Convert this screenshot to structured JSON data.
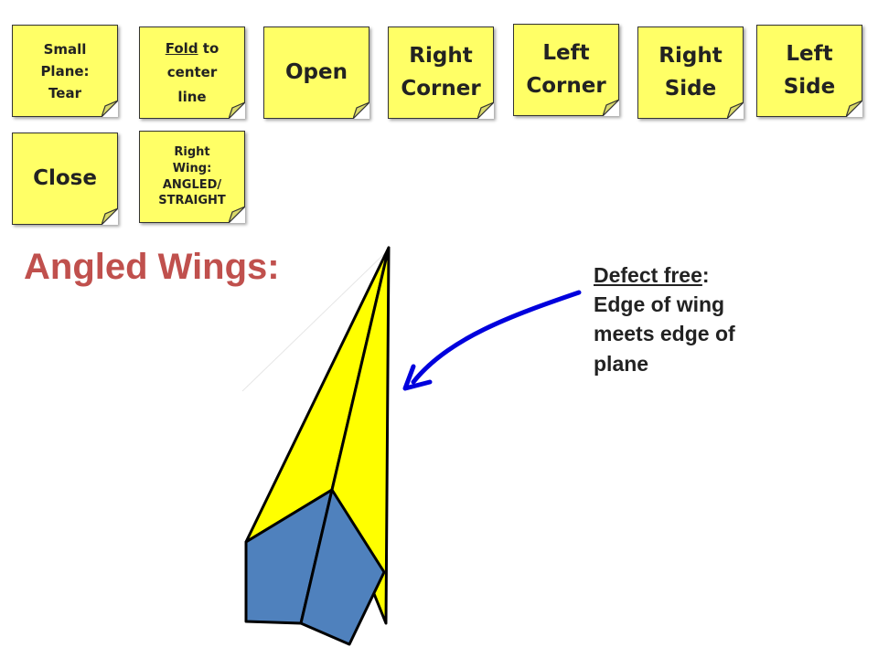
{
  "notes": {
    "small_plane": [
      "Small",
      "Plane:",
      "Tear"
    ],
    "fold": {
      "fold_word": "Fold",
      "rest": " to",
      "line2": "center",
      "line3": "line"
    },
    "open": "Open",
    "right_corner": [
      "Right",
      "Corner"
    ],
    "left_corner": [
      "Left",
      "Corner"
    ],
    "right_side": [
      "Right",
      "Side"
    ],
    "left_side": [
      "Left",
      "Side"
    ],
    "close": "Close",
    "right_wing": [
      "Right",
      "Wing:",
      "ANGLED/",
      "STRAIGHT"
    ]
  },
  "heading": "Angled Wings:",
  "caption": {
    "title": "Defect free",
    "colon": ":",
    "lines": [
      "Edge of wing",
      "meets edge of",
      "plane"
    ]
  },
  "colors": {
    "note_fill": "#ffff66",
    "wing_yellow": "#ffff00",
    "nose_blue": "#4f81bd",
    "arrow_blue": "#0000dd",
    "heading_red": "#c0504d"
  }
}
